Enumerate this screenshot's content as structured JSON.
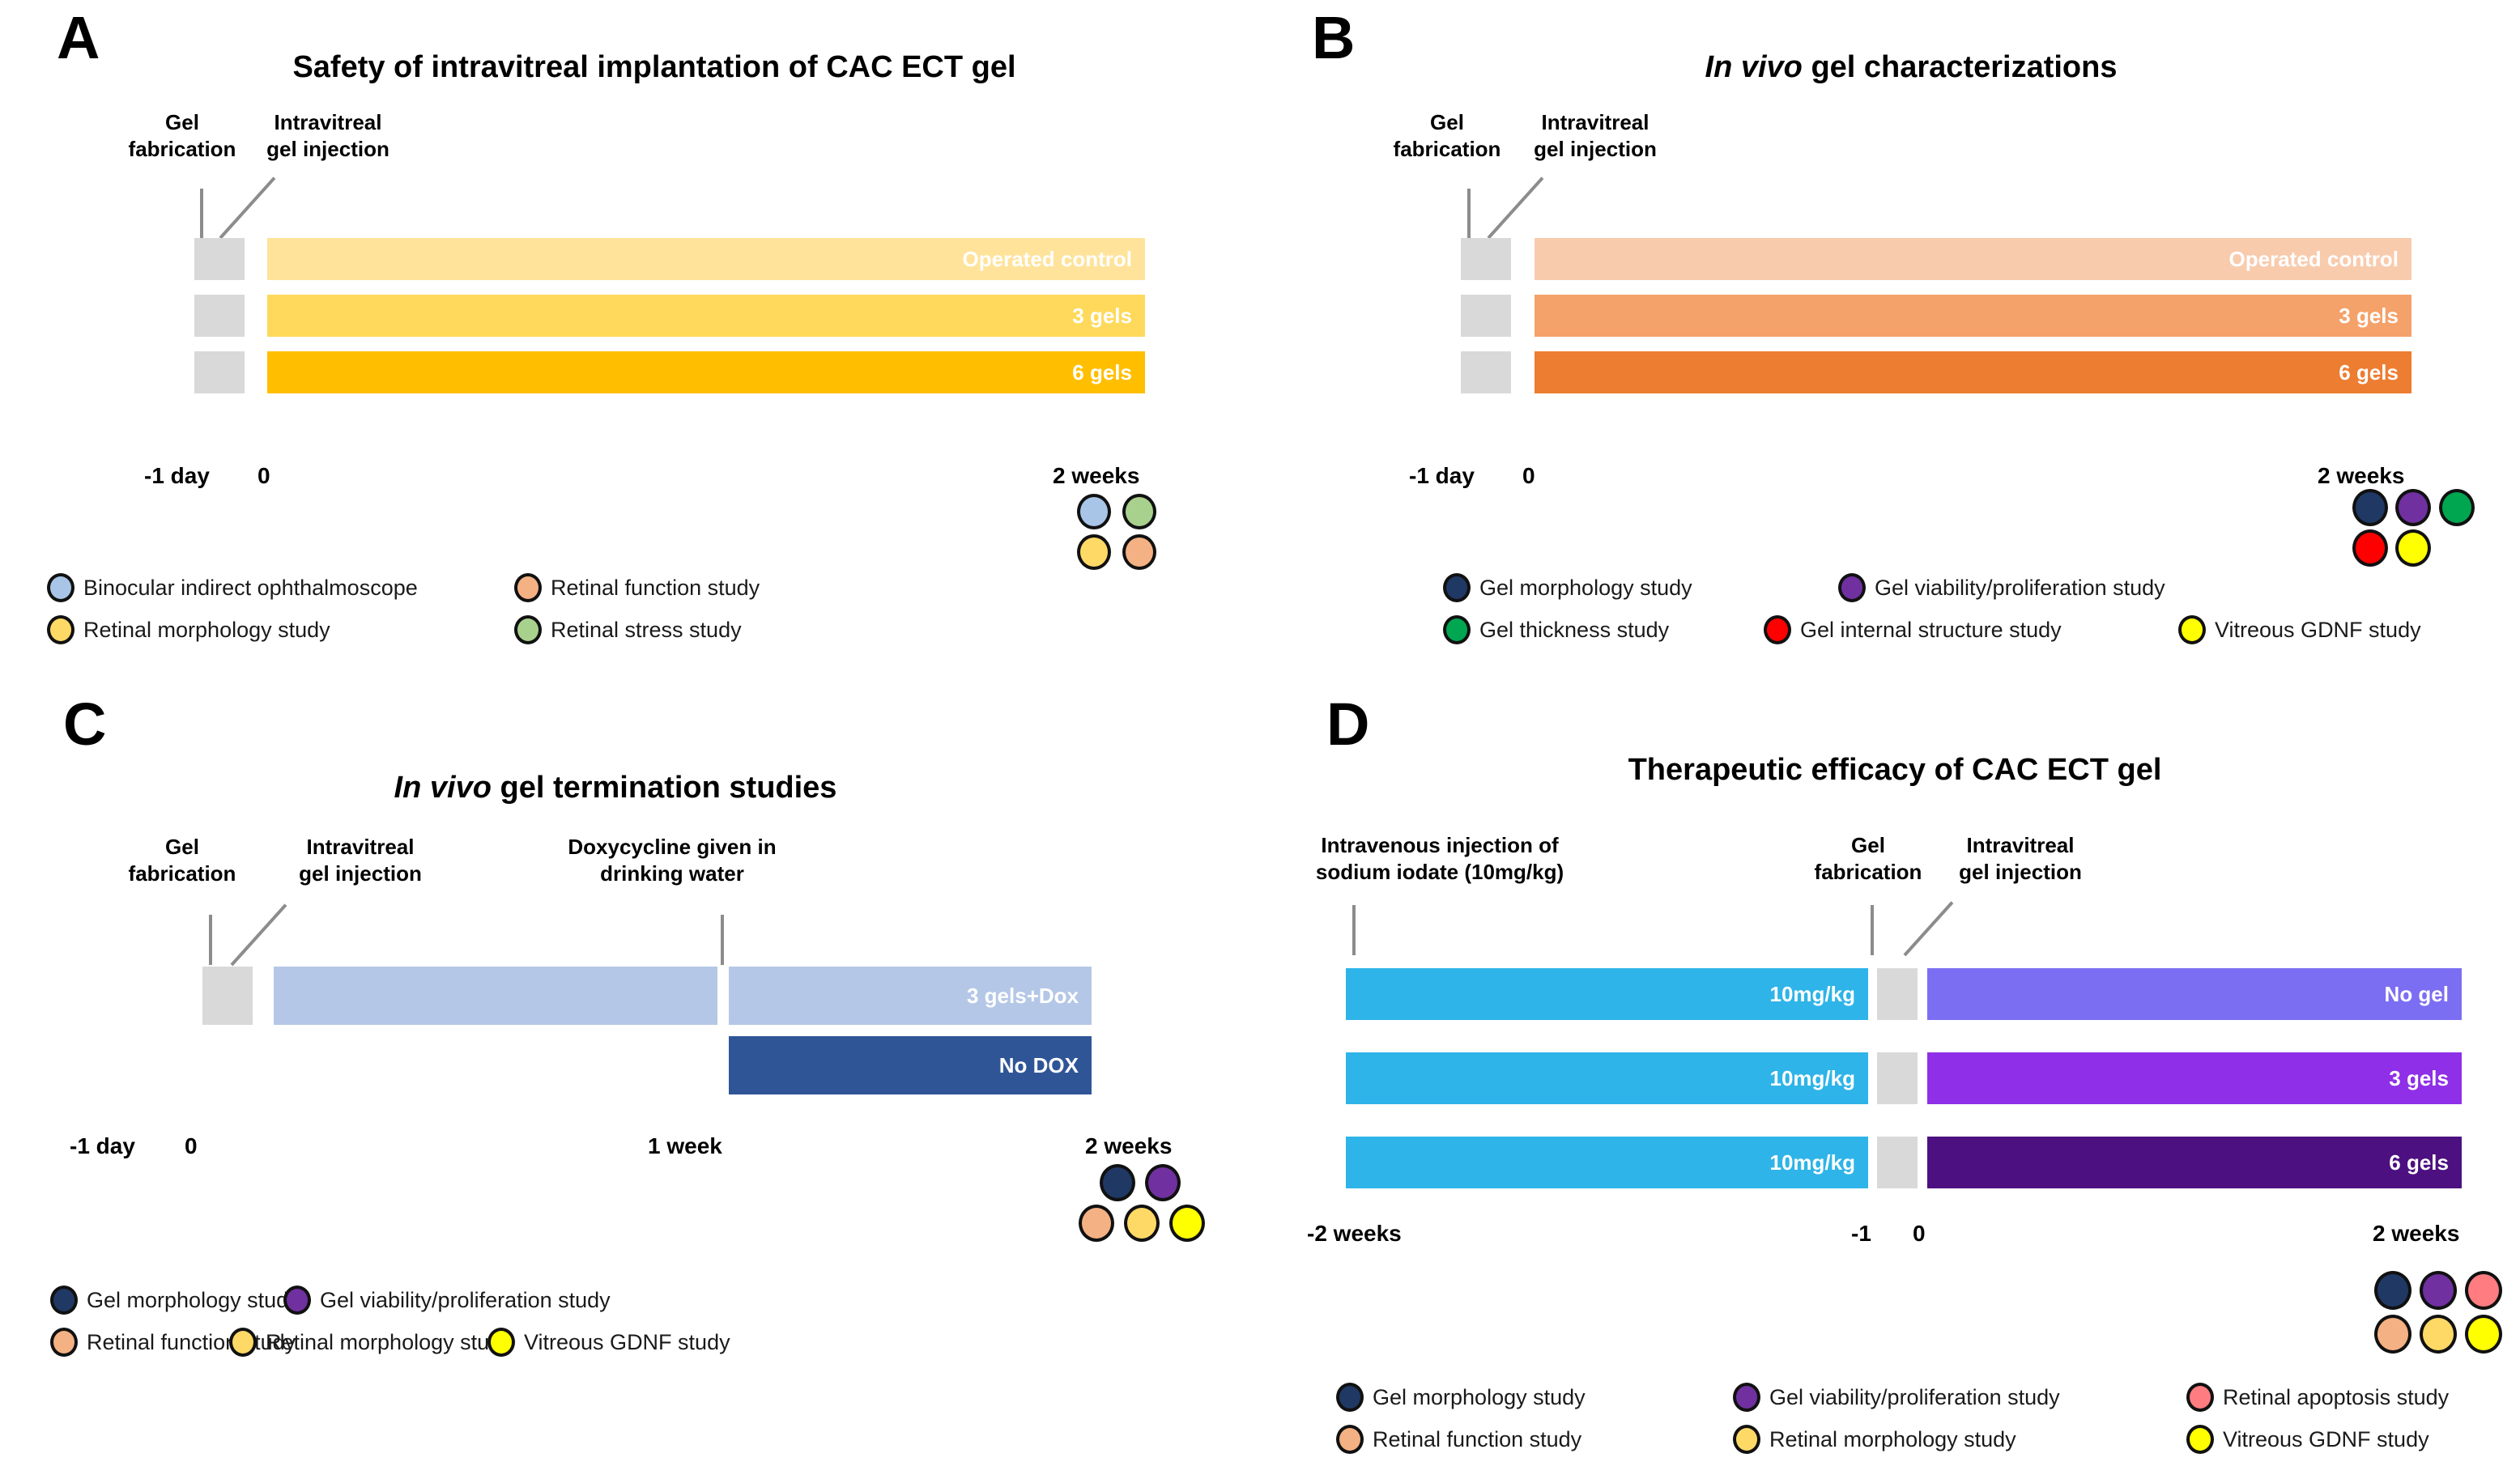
{
  "figure": {
    "palette": {
      "grey_block": "#d9d9d9",
      "tick_grey": "#8c8c8c",
      "blue_light": "#a8c5e8",
      "green": "#a9d18e",
      "yellow_soft": "#ffe08a",
      "orange_soft": "#f4b183",
      "navy": "#203864",
      "purple": "#7030a0",
      "green_bright": "#00a650",
      "red": "#ff0000",
      "yellow_bright": "#ffff00",
      "salmon": "#ff7c80"
    }
  },
  "panels": {
    "A": {
      "letter": "A",
      "title": "Safety of intravitreal implantation of CAC ECT gel",
      "events": [
        {
          "name": "gel-fabrication",
          "line1": "Gel",
          "line2": "fabrication"
        },
        {
          "name": "intravitreal-gel-injection",
          "line1": "Intravitreal",
          "line2": "gel injection"
        }
      ],
      "bars": [
        {
          "label": "Operated control",
          "color": "#ffe39a"
        },
        {
          "label": "3 gels",
          "color": "#ffd95b"
        },
        {
          "label": "6 gels",
          "color": "#ffbf00"
        }
      ],
      "axis": [
        {
          "name": "minus-one-day",
          "text": "-1 day"
        },
        {
          "name": "day-zero",
          "text": "0"
        },
        {
          "name": "two-weeks",
          "text": "2 weeks"
        }
      ],
      "endpoint_dots": [
        {
          "name": "binocular-indirect-ophthalmoscope",
          "color": "#a8c5e8"
        },
        {
          "name": "retinal-stress-study",
          "color": "#a9d18e"
        },
        {
          "name": "retinal-morphology-study",
          "color": "#ffd966"
        },
        {
          "name": "retinal-function-study",
          "color": "#f4b183"
        }
      ],
      "legend": [
        {
          "label": "Binocular indirect ophthalmoscope",
          "color": "#a8c5e8"
        },
        {
          "label": "Retinal function study",
          "color": "#f4b183"
        },
        {
          "label": "Retinal morphology study",
          "color": "#ffd966"
        },
        {
          "label": "Retinal stress study",
          "color": "#a9d18e"
        }
      ]
    },
    "B": {
      "letter": "B",
      "title_italic": "In vivo",
      "title_rest": " gel characterizations",
      "events": [
        {
          "name": "gel-fabrication",
          "line1": "Gel",
          "line2": "fabrication"
        },
        {
          "name": "intravitreal-gel-injection",
          "line1": "Intravitreal",
          "line2": "gel injection"
        }
      ],
      "bars": [
        {
          "label": "Operated control",
          "color": "#f8cbad"
        },
        {
          "label": "3 gels",
          "color": "#f4a26a"
        },
        {
          "label": "6 gels",
          "color": "#ed7d31"
        }
      ],
      "axis": [
        {
          "name": "minus-one-day",
          "text": "-1 day"
        },
        {
          "name": "day-zero",
          "text": "0"
        },
        {
          "name": "two-weeks",
          "text": "2 weeks"
        }
      ],
      "endpoint_dots": [
        {
          "name": "gel-morphology-study",
          "color": "#203864"
        },
        {
          "name": "gel-viability-proliferation-study",
          "color": "#7030a0"
        },
        {
          "name": "gel-thickness-study",
          "color": "#00a650"
        },
        {
          "name": "gel-internal-structure-study",
          "color": "#ff0000"
        },
        {
          "name": "vitreous-gdnf-study",
          "color": "#ffff00"
        }
      ],
      "legend": [
        {
          "label": "Gel morphology study",
          "color": "#203864"
        },
        {
          "label": "Gel viability/proliferation study",
          "color": "#7030a0"
        },
        {
          "label": "Gel thickness study",
          "color": "#00a650"
        },
        {
          "label": "Gel internal structure study",
          "color": "#ff0000"
        },
        {
          "label": "Vitreous GDNF study",
          "color": "#ffff00"
        }
      ]
    },
    "C": {
      "letter": "C",
      "title_italic": "In vivo",
      "title_rest": " gel termination studies",
      "events": [
        {
          "name": "gel-fabrication",
          "line1": "Gel",
          "line2": "fabrication"
        },
        {
          "name": "intravitreal-gel-injection",
          "line1": "Intravitreal",
          "line2": "gel injection"
        },
        {
          "name": "doxycycline-given",
          "line1": "Doxycycline given in",
          "line2": "drinking water"
        }
      ],
      "bars": [
        {
          "label": "3 gels+Dox",
          "color": "#b4c7e7"
        },
        {
          "label": "No DOX",
          "color": "#2f5597"
        }
      ],
      "axis": [
        {
          "name": "minus-one-day",
          "text": "-1 day"
        },
        {
          "name": "day-zero",
          "text": "0"
        },
        {
          "name": "one-week",
          "text": "1 week"
        },
        {
          "name": "two-weeks",
          "text": "2 weeks"
        }
      ],
      "endpoint_dots": [
        {
          "name": "gel-morphology-study",
          "color": "#203864"
        },
        {
          "name": "gel-viability-proliferation-study",
          "color": "#7030a0"
        },
        {
          "name": "retinal-function-study",
          "color": "#f4b183"
        },
        {
          "name": "retinal-morphology-study",
          "color": "#ffd966"
        },
        {
          "name": "vitreous-gdnf-study",
          "color": "#ffff00"
        }
      ],
      "legend": [
        {
          "label": "Gel morphology study",
          "color": "#203864"
        },
        {
          "label": "Gel viability/proliferation study",
          "color": "#7030a0"
        },
        {
          "label": "Retinal function study",
          "color": "#f4b183"
        },
        {
          "label": "Retinal morphology study",
          "color": "#ffd966"
        },
        {
          "label": "Vitreous GDNF study",
          "color": "#ffff00"
        }
      ]
    },
    "D": {
      "letter": "D",
      "title": "Therapeutic efficacy of CAC ECT gel",
      "events": [
        {
          "name": "intravenous-injection-sodium-iodate",
          "line1": "Intravenous injection of",
          "line2": "sodium iodate (10mg/kg)"
        },
        {
          "name": "gel-fabrication",
          "line1": "Gel",
          "line2": "fabrication"
        },
        {
          "name": "intravitreal-gel-injection",
          "line1": "Intravitreal",
          "line2": "gel injection"
        }
      ],
      "bars_left": [
        {
          "label": "10mg/kg",
          "color": "#2eb4e8"
        },
        {
          "label": "10mg/kg",
          "color": "#2eb4e8"
        },
        {
          "label": "10mg/kg",
          "color": "#2eb4e8"
        }
      ],
      "bars_right": [
        {
          "label": "No gel",
          "color": "#7c6ef2"
        },
        {
          "label": "3 gels",
          "color": "#8f2fe8"
        },
        {
          "label": "6 gels",
          "color": "#4c1080"
        }
      ],
      "axis": [
        {
          "name": "minus-two-weeks",
          "text": "-2 weeks"
        },
        {
          "name": "minus-one-day",
          "text": "-1"
        },
        {
          "name": "day-zero",
          "text": "0"
        },
        {
          "name": "two-weeks",
          "text": "2 weeks"
        }
      ],
      "endpoint_dots": [
        {
          "name": "gel-morphology-study",
          "color": "#203864"
        },
        {
          "name": "gel-viability-proliferation-study",
          "color": "#7030a0"
        },
        {
          "name": "retinal-apoptosis-study",
          "color": "#ff7c80"
        },
        {
          "name": "retinal-function-study",
          "color": "#f4b183"
        },
        {
          "name": "retinal-morphology-study",
          "color": "#ffd966"
        },
        {
          "name": "vitreous-gdnf-study",
          "color": "#ffff00"
        }
      ],
      "legend": [
        {
          "label": "Gel morphology study",
          "color": "#203864"
        },
        {
          "label": "Gel viability/proliferation study",
          "color": "#7030a0"
        },
        {
          "label": "Retinal apoptosis study",
          "color": "#ff7c80"
        },
        {
          "label": "Retinal function study",
          "color": "#f4b183"
        },
        {
          "label": "Retinal morphology study",
          "color": "#ffd966"
        },
        {
          "label": "Vitreous GDNF study",
          "color": "#ffff00"
        }
      ]
    }
  }
}
